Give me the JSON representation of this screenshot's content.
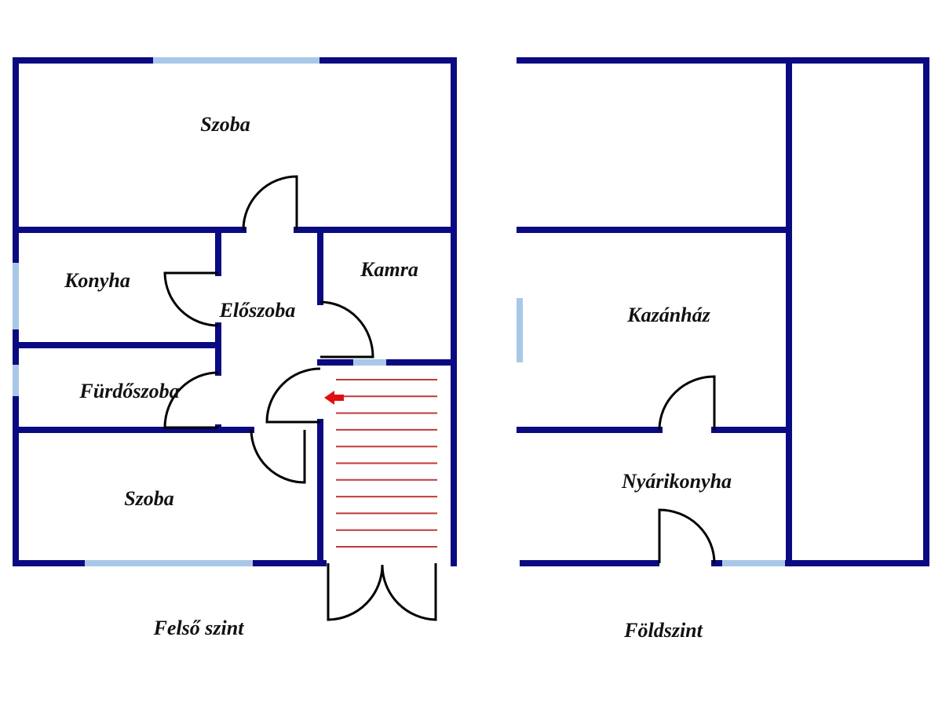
{
  "upper_floor": {
    "title": "Felső szint",
    "rooms": [
      "Szoba",
      "Konyha",
      "Előszoba",
      "Kamra",
      "Fürdőszoba",
      "Szoba"
    ]
  },
  "ground_floor": {
    "title": "Földszint",
    "rooms": [
      "Kazánház",
      "Nyárikonyha"
    ]
  },
  "colors": {
    "wall": "#0a0a82",
    "window": "#a9c8e8",
    "stairs": "#c0393b",
    "arrow": "#e01010"
  }
}
